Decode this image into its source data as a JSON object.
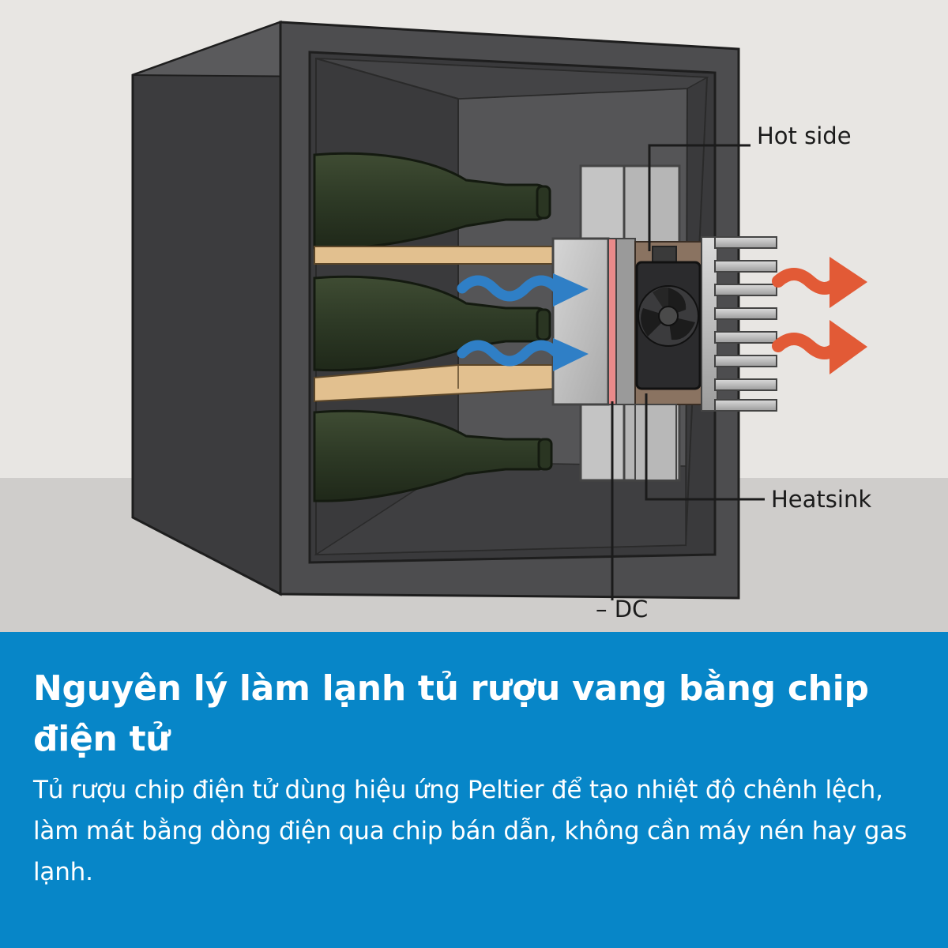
{
  "labels": {
    "hot_side": "Hot side",
    "heatsink": "Heatsink",
    "dc": "– DC"
  },
  "caption": {
    "title": "Nguyên lý làm lạnh tủ rượu vang bằng chip điện tử",
    "body": "Tủ rượu chip điện tử dùng hiệu ứng Peltier để tạo nhiệt độ chênh lệch, làm mát bằng dòng điện qua chip bán dẫn, không cần máy nén hay gas lạnh."
  },
  "colors": {
    "caption_background": "#0786c8",
    "cold_arrow": "#2f7fc6",
    "hot_arrow": "#e25a36",
    "cabinet": "#4a4a4c",
    "bottle": "#2f3b27",
    "shelf": "#e2c08f",
    "peltier_strip": "#e98a8a"
  }
}
